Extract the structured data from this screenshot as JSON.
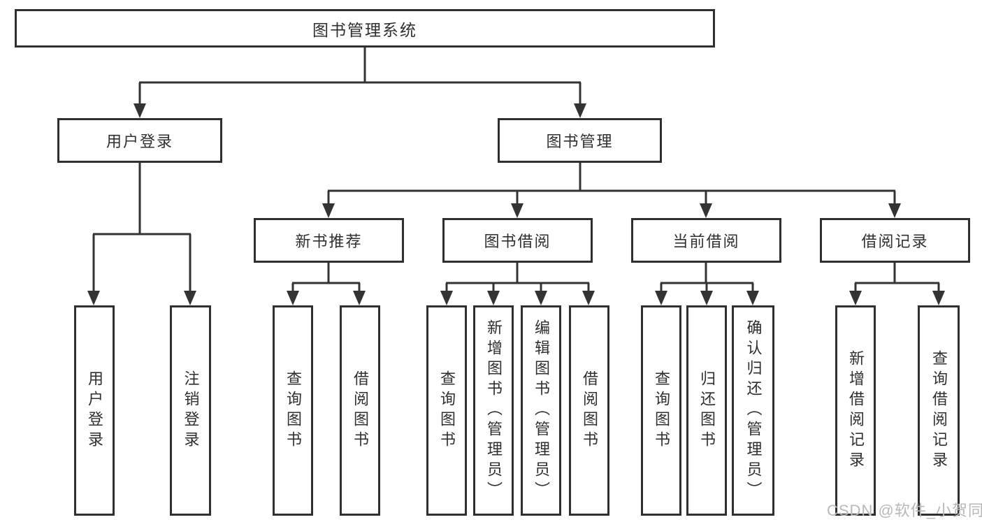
{
  "colors": {
    "line": "#333333",
    "box_border": "#2f2f2f",
    "box_background": "#ffffff",
    "text": "#2f2f2f",
    "watermark_text": "#b8b8b8",
    "page_background": "#ffffff"
  },
  "watermark": {
    "text": "CSDN @软件_小贺同学"
  },
  "tree": {
    "root": {
      "label": "图书管理系统"
    },
    "branches": [
      {
        "label": "用户登录",
        "children": [
          {
            "label": "用户登录"
          },
          {
            "label": "注销登录"
          }
        ]
      },
      {
        "label": "图书管理",
        "children": [
          {
            "label": "新书推荐",
            "children": [
              {
                "label": "查询图书"
              },
              {
                "label": "借阅图书"
              }
            ]
          },
          {
            "label": "图书借阅",
            "children": [
              {
                "label": "查询图书"
              },
              {
                "label": "新增图书（管理员）"
              },
              {
                "label": "编辑图书（管理员）"
              },
              {
                "label": "借阅图书"
              }
            ]
          },
          {
            "label": "当前借阅",
            "children": [
              {
                "label": "查询图书"
              },
              {
                "label": "归还图书"
              },
              {
                "label": "确认归还（管理员）"
              }
            ]
          },
          {
            "label": "借阅记录",
            "children": [
              {
                "label": "新增借阅记录"
              },
              {
                "label": "查询借阅记录"
              }
            ]
          }
        ]
      }
    ]
  }
}
